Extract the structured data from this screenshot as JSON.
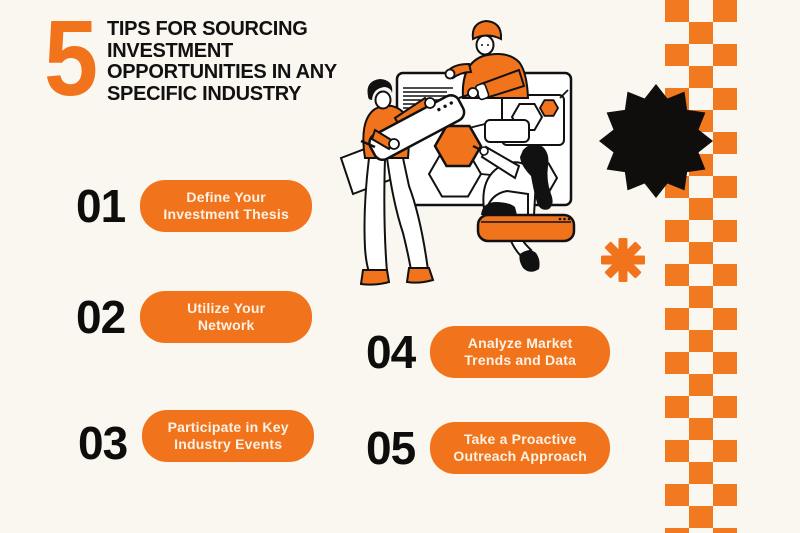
{
  "palette": {
    "background": "#FAF7F1",
    "accent": "#F1741D",
    "checker": "#F1791F",
    "ink": "#121010",
    "pill_text": "#FBF2E6",
    "starburst": "#0F0E0C"
  },
  "header": {
    "big_number": "5",
    "title_lines": [
      "TIPS FOR SOURCING",
      "INVESTMENT",
      "OPPORTUNITIES IN ANY",
      "SPECIFIC INDUSTRY"
    ]
  },
  "tips": [
    {
      "number": "01",
      "label_lines": [
        "Define Your",
        "Investment Thesis"
      ]
    },
    {
      "number": "02",
      "label_lines": [
        "Utilize Your",
        "Network"
      ]
    },
    {
      "number": "03",
      "label_lines": [
        "Participate in Key",
        "Industry Events"
      ]
    },
    {
      "number": "04",
      "label_lines": [
        "Analyze Market",
        "Trends and Data"
      ]
    },
    {
      "number": "05",
      "label_lines": [
        "Take a Proactive",
        "Outreach Approach"
      ]
    }
  ],
  "decorations": {
    "starburst_icon": "12-point-black-seal",
    "asterisk_icon": "orange-asterisk",
    "checker_pattern": "orange-checkerboard-strip",
    "illustration": "three-people-collaborating-on-hexagon-whiteboard"
  }
}
